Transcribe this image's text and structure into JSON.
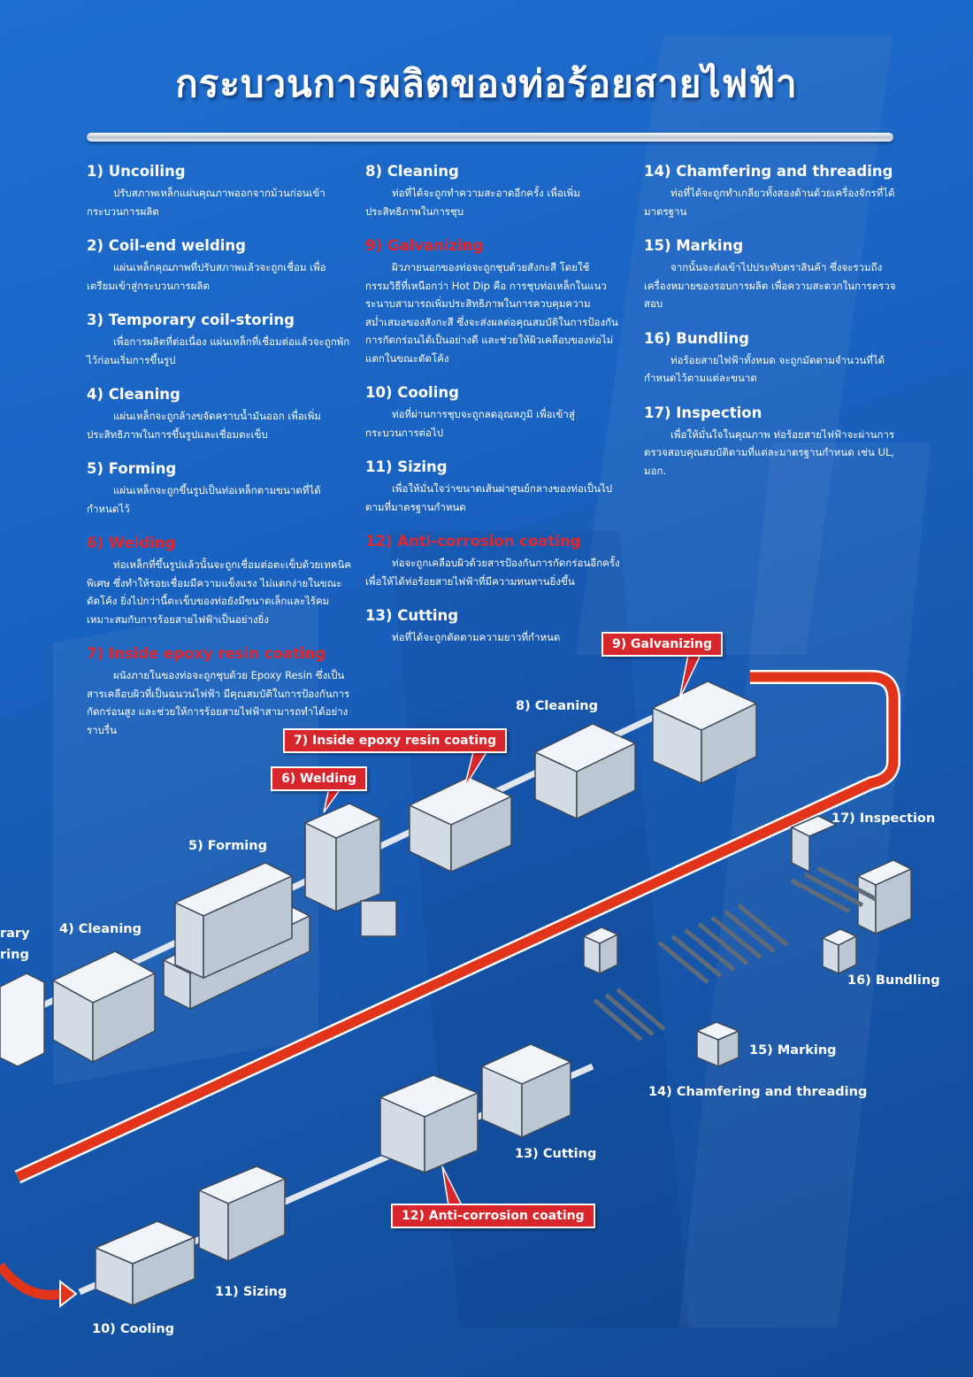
{
  "title": "กระบวนการผลิตของท่อร้อยสายไฟฟ้า",
  "colors": {
    "background": "#1a63c2",
    "accent_red": "#d8262d",
    "text": "#ffffff"
  },
  "steps": [
    {
      "title": "1) Uncoiling",
      "desc": "ปรับสภาพเหล็กแผ่นคุณภาพออกจากม้วนก่อนเข้ากระบวนการผลิต",
      "highlight": false
    },
    {
      "title": "2) Coil-end welding",
      "desc": "แผ่นเหล็กคุณภาพที่ปรับสภาพแล้วจะถูกเชื่อม เพื่อเตรียมเข้าสู่กระบวนการผลิต",
      "highlight": false
    },
    {
      "title": "3) Temporary coil-storing",
      "desc": "เพื่อการผลิตที่ต่อเนื่อง แผ่นเหล็กที่เชื่อมต่อแล้วจะถูกพักไว้ก่อนเริ่มการขึ้นรูป",
      "highlight": false
    },
    {
      "title": "4) Cleaning",
      "desc": "แผ่นเหล็กจะถูกล้างขจัดคราบน้ำมันออก เพื่อเพิ่มประสิทธิภาพในการขึ้นรูปและเชื่อมตะเข็บ",
      "highlight": false
    },
    {
      "title": "5) Forming",
      "desc": "แผ่นเหล็กจะถูกขึ้นรูปเป็นท่อเหล็กตามขนาดที่ได้กำหนดไว้",
      "highlight": false
    },
    {
      "title": "6) Welding",
      "desc": "ท่อเหล็กที่ขึ้นรูปแล้วนั้นจะถูกเชื่อมต่อตะเข็บด้วยเทคนิคพิเศษ ซึ่งทำให้รอยเชื่อมมีความแข็งแรง ไม่แตกง่ายในขณะดัดโค้ง ยิ่งไปกว่านี้ตะเข็บของท่อยังมีขนาดเล็กและไร้คมเหมาะสมกับการร้อยสายไฟฟ้าเป็นอย่างยิ่ง",
      "highlight": true
    },
    {
      "title": "7) Inside epoxy resin coating",
      "desc": "ผนังภายในของท่อจะถูกชุบด้วย Epoxy Resin ซึ่งเป็นสารเคลือบผิวที่เป็นฉนวนไฟฟ้า มีคุณสมบัติในการป้องกันการกัดกร่อนสูง และช่วยให้การร้อยสายไฟฟ้าสามารถทำได้อย่างราบรื่น",
      "highlight": true
    },
    {
      "title": "8) Cleaning",
      "desc": "ท่อที่ได้จะถูกทำความสะอาดอีกครั้ง เพื่อเพิ่มประสิทธิภาพในการชุบ",
      "highlight": false
    },
    {
      "title": "9) Galvanizing",
      "desc": "ผิวภายนอกของท่อจะถูกชุบด้วยสังกะสี โดยใช้กรรมวิธีที่เหนือกว่า Hot Dip คือ การชุบท่อเหล็กในแนวระนาบสามารถเพิ่มประสิทธิภาพในการควบคุมความสม่ำเสมอของสังกะสี ซึ่งจะส่งผลต่อคุณสมบัติในการป้องกันการกัดกร่อนได้เป็นอย่างดี และช่วยให้ผิวเคลือบของท่อไม่แตกในขณะดัดโค้ง",
      "highlight": true
    },
    {
      "title": "10) Cooling",
      "desc": "ท่อที่ผ่านการชุบจะถูกลดอุณหภูมิ เพื่อเข้าสู่กระบวนการต่อไป",
      "highlight": false
    },
    {
      "title": "11) Sizing",
      "desc": "เพื่อให้มั่นใจว่าขนาดเส้นผ่าศูนย์กลางของท่อเป็นไปตามที่มาตรฐานกำหนด",
      "highlight": false
    },
    {
      "title": "12) Anti-corrosion coating",
      "desc": "ท่อจะถูกเคลือบผิวด้วยสารป้องกันการกัดกร่อนอีกครั้ง เพื่อให้ได้ท่อร้อยสายไฟฟ้าที่มีความทนทานยิ่งขึ้น",
      "highlight": true
    },
    {
      "title": "13) Cutting",
      "desc": "ท่อที่ได้จะถูกตัดตามความยาวที่กำหนด",
      "highlight": false
    },
    {
      "title": "14) Chamfering and threading",
      "desc": "ท่อที่ได้จะถูกทำเกลียวทั้งสองด้านด้วยเครื่องจักรที่ได้มาตรฐาน",
      "highlight": false
    },
    {
      "title": "15) Marking",
      "desc": "จากนั้นจะส่งเข้าไปประทับตราสินค้า ซึ่งจะรวมถึงเครื่องหมายของรอบการผลิต เพื่อความสะดวกในการตรวจสอบ",
      "highlight": false
    },
    {
      "title": "16) Bundling",
      "desc": "ท่อร้อยสายไฟฟ้าทั้งหมด จะถูกมัดตามจำนวนที่ได้กำหนดไว้ตามแต่ละขนาด",
      "highlight": false
    },
    {
      "title": "17) Inspection",
      "desc": "เพื่อให้มั่นใจในคุณภาพ ท่อร้อยสายไฟฟ้าจะผ่านการตรวจสอบคุณสมบัติตามที่แต่ละมาตรฐานกำหนด เช่น UL, มอก.",
      "highlight": false
    }
  ],
  "diagram": {
    "callouts": [
      "9) Galvanizing",
      "7) Inside epoxy resin coating",
      "6) Welding",
      "12) Anti-corrosion coating"
    ],
    "labels": [
      "8) Cleaning",
      "5) Forming",
      "4) Cleaning",
      "17) Inspection",
      "16) Bundling",
      "15) Marking",
      "14) Chamfering and threading",
      "13) Cutting",
      "11) Sizing",
      "10) Cooling",
      "rary",
      "ring"
    ]
  }
}
